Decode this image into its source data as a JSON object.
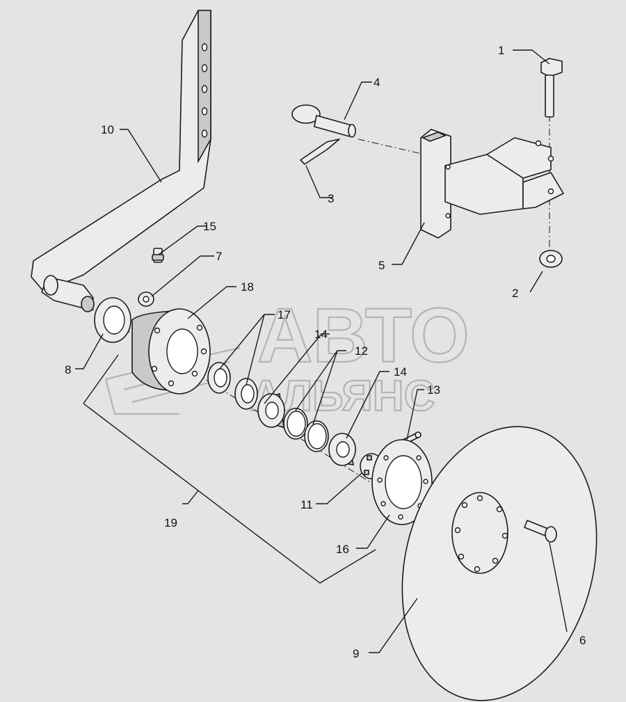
{
  "watermark": {
    "line1": "АВТО",
    "line2": "АЛЬЯНС"
  },
  "callouts": [
    {
      "key": "c1",
      "text": "1"
    },
    {
      "key": "c2",
      "text": "2"
    },
    {
      "key": "c3",
      "text": "3"
    },
    {
      "key": "c4",
      "text": "4"
    },
    {
      "key": "c5",
      "text": "5"
    },
    {
      "key": "c6",
      "text": "6"
    },
    {
      "key": "c7",
      "text": "7"
    },
    {
      "key": "c8",
      "text": "8"
    },
    {
      "key": "c9",
      "text": "9"
    },
    {
      "key": "c10",
      "text": "10"
    },
    {
      "key": "c11",
      "text": "11"
    },
    {
      "key": "c12",
      "text": "12"
    },
    {
      "key": "c13",
      "text": "13"
    },
    {
      "key": "c14a",
      "text": "14"
    },
    {
      "key": "c14b",
      "text": "14"
    },
    {
      "key": "c15",
      "text": "15"
    },
    {
      "key": "c16",
      "text": "16"
    },
    {
      "key": "c17",
      "text": "17"
    },
    {
      "key": "c18",
      "text": "18"
    },
    {
      "key": "c19",
      "text": "19"
    }
  ]
}
